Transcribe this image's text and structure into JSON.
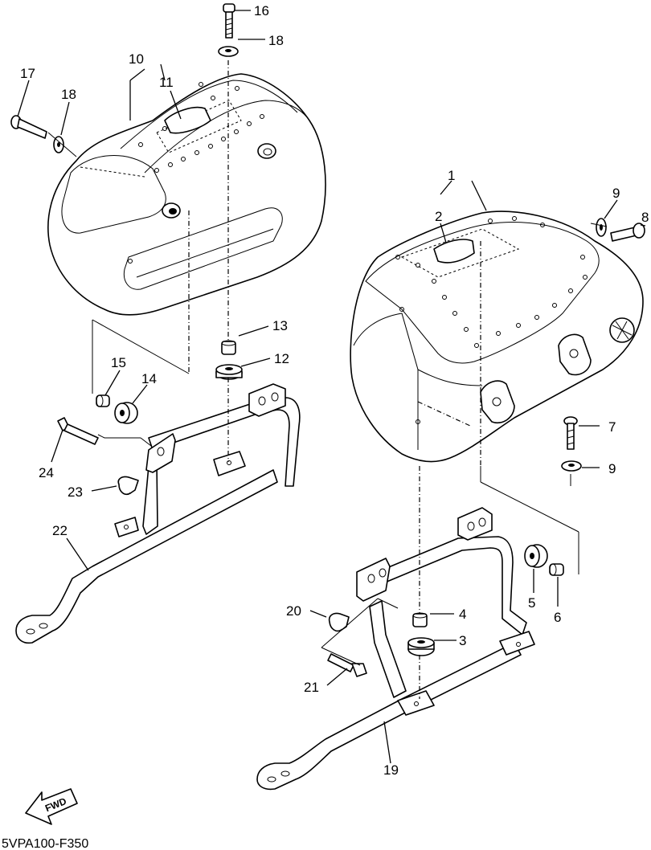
{
  "diagram": {
    "code": "5VPA100-F350",
    "fwd_label": "FWD",
    "callouts": [
      "1",
      "2",
      "3",
      "4",
      "5",
      "6",
      "7",
      "8",
      "9",
      "9",
      "10",
      "11",
      "12",
      "13",
      "14",
      "15",
      "16",
      "17",
      "18",
      "18",
      "19",
      "20",
      "21",
      "22",
      "23",
      "24"
    ]
  }
}
